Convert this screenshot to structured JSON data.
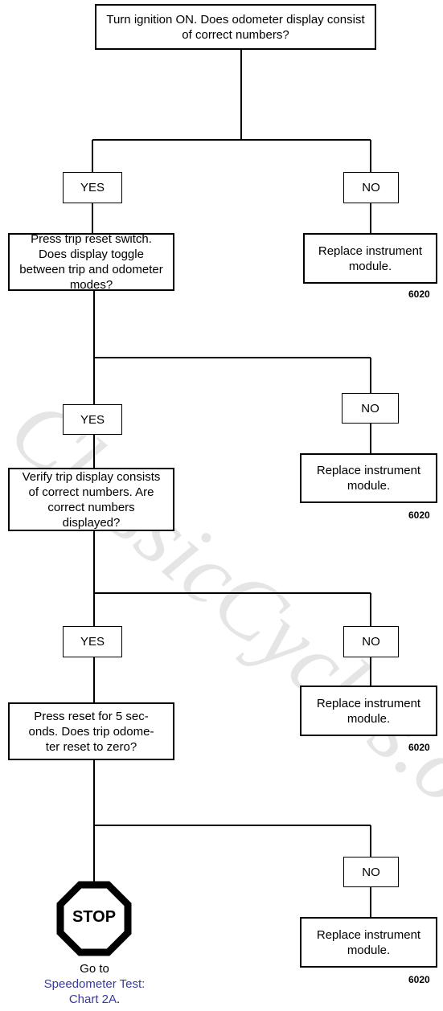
{
  "watermark": "ClassicCycles.org",
  "top_question": "Turn ignition ON. Does odometer display consist of correct numbers?",
  "steps": [
    {
      "yes_label": "YES",
      "no_label": "NO",
      "action": "Press trip reset switch. Does display toggle between trip and odometer modes?",
      "no_result": "Replace instrument module.",
      "code": "6020"
    },
    {
      "yes_label": "YES",
      "no_label": "NO",
      "action": "Verify trip display consists of correct numbers. Are correct numbers displayed?",
      "no_result": "Replace instrument module.",
      "code": "6020"
    },
    {
      "yes_label": "YES",
      "no_label": "NO",
      "action": "Press reset for 5 sec- onds. Does trip odome- ter reset to zero?",
      "no_result": "Replace instrument module.",
      "code": "6020"
    },
    {
      "no_label": "NO",
      "no_result": "Replace instrument module.",
      "code": "6020"
    }
  ],
  "stop_sign": "STOP",
  "goto": {
    "prefix": "Go to",
    "link_line1": "Speedometer Test:",
    "link_line2": "Chart 2A",
    "suffix": "."
  }
}
